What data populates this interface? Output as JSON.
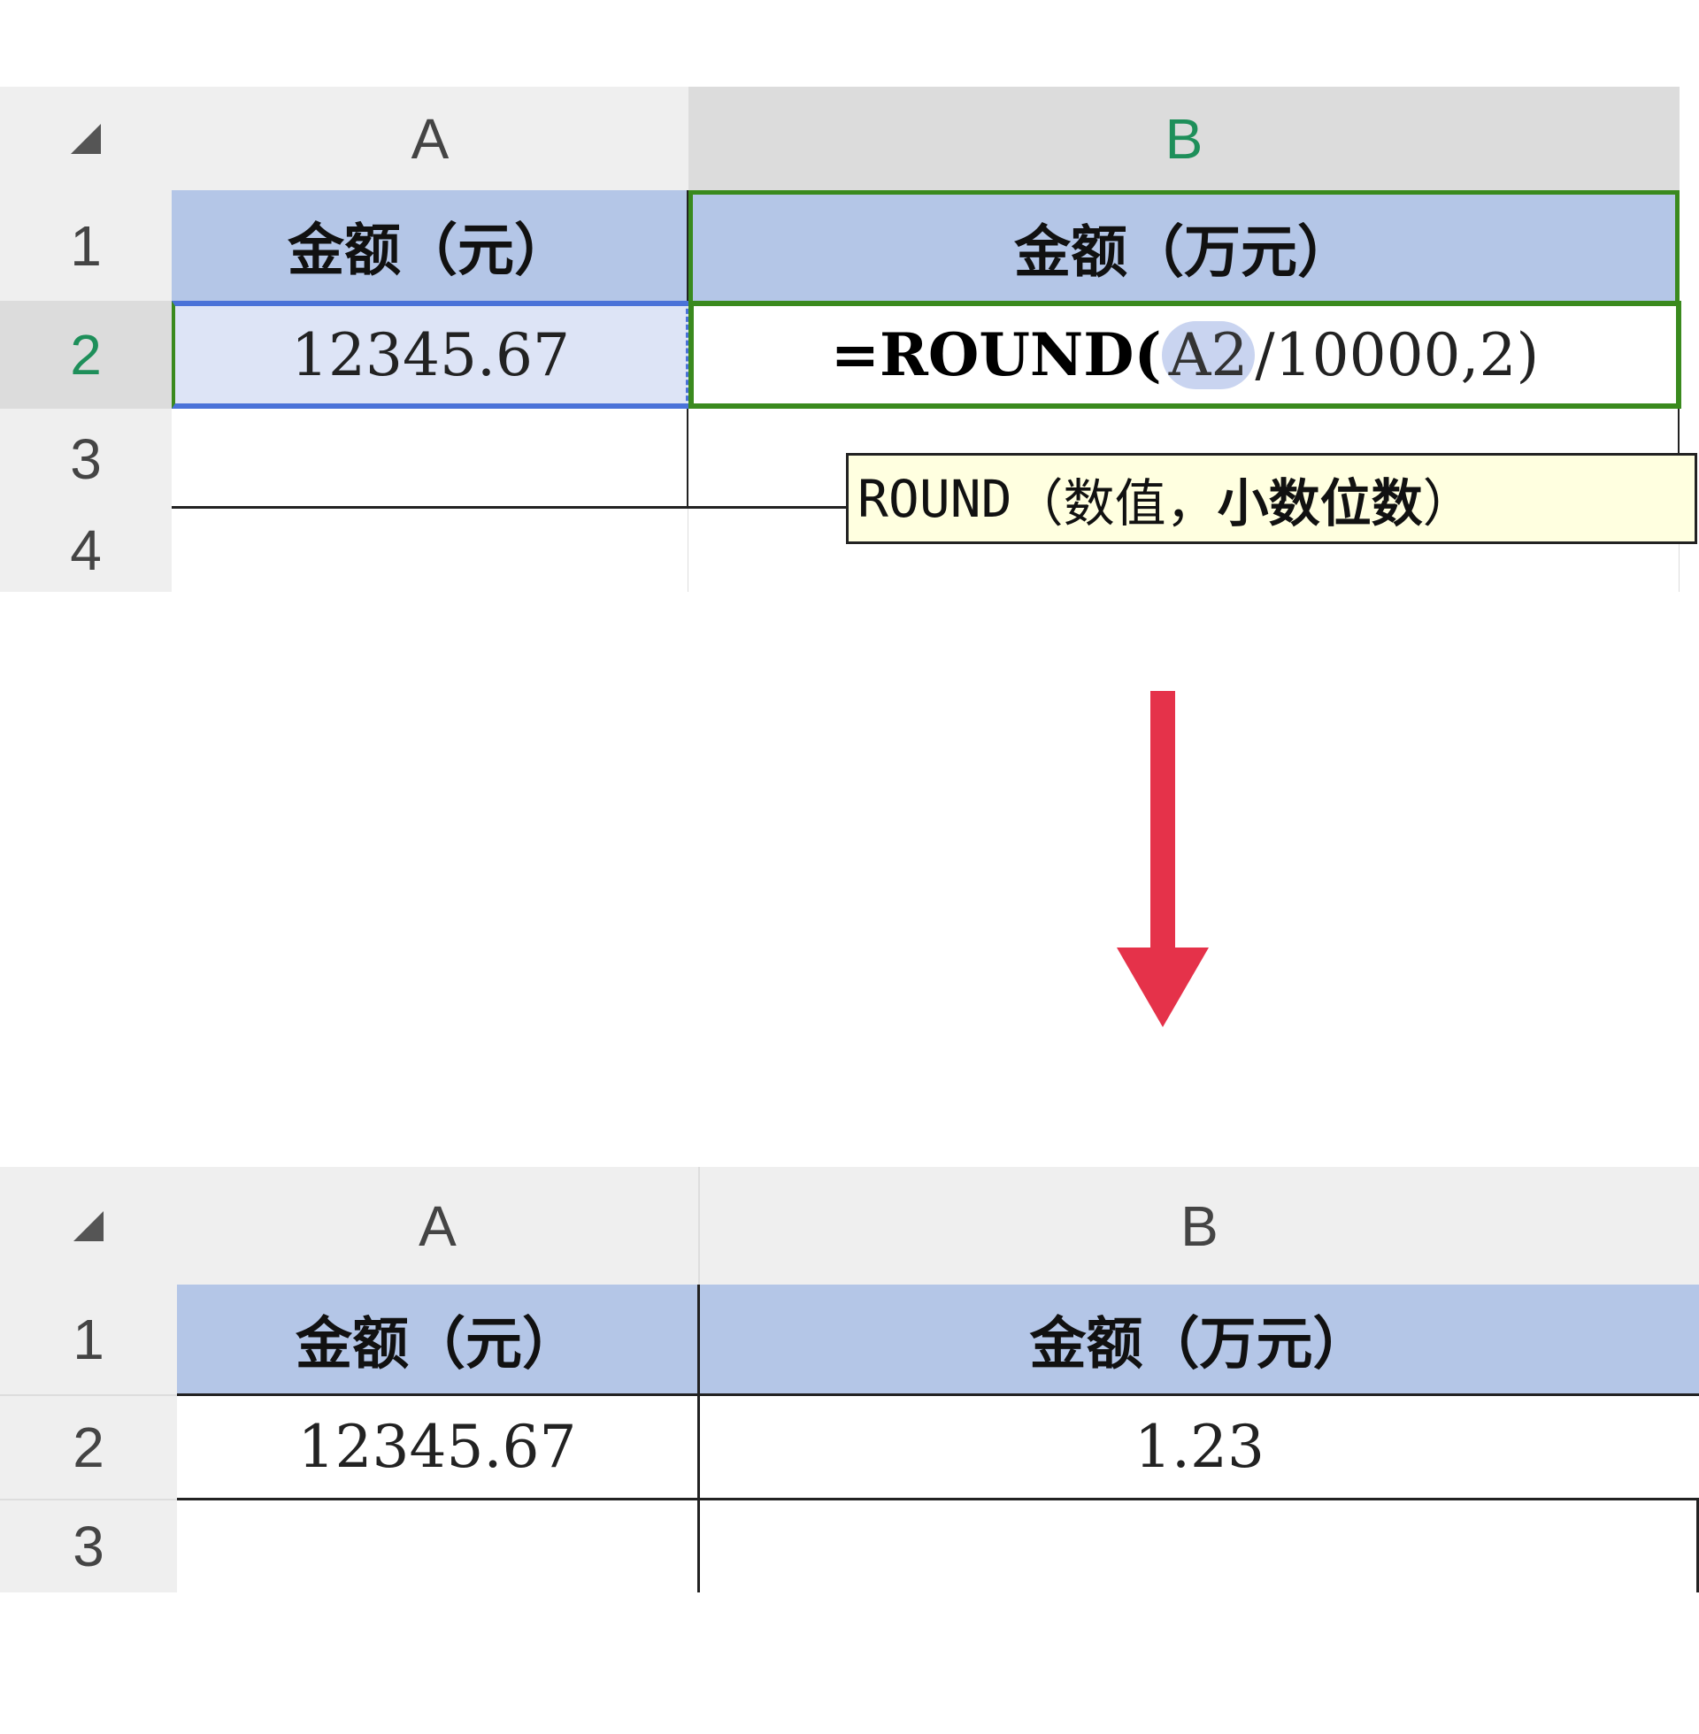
{
  "top_sheet": {
    "columns": [
      "A",
      "B"
    ],
    "rows": [
      "1",
      "2",
      "3",
      "4"
    ],
    "header_a": "金额（元）",
    "header_b": "金额（万元）",
    "a2": "12345.67",
    "formula": {
      "prefix": "=ROUND(",
      "ref": "A2",
      "suffix": "/10000,2)"
    },
    "tooltip": {
      "func": "ROUND",
      "open": "（",
      "arg1": "数值，",
      "arg2": "小数位数",
      "close": "）"
    }
  },
  "bottom_sheet": {
    "columns": [
      "A",
      "B"
    ],
    "rows": [
      "1",
      "2",
      "3"
    ],
    "header_a": "金额（元）",
    "header_b": "金额（万元）",
    "a2": "12345.67",
    "b2": "1.23"
  },
  "colors": {
    "header_fill": "#b4c6e7",
    "selection_green": "#3a8a1e",
    "ref_blue": "#4a72d8",
    "arrow": "#e5324a",
    "tooltip_bg": "#ffffe0"
  }
}
